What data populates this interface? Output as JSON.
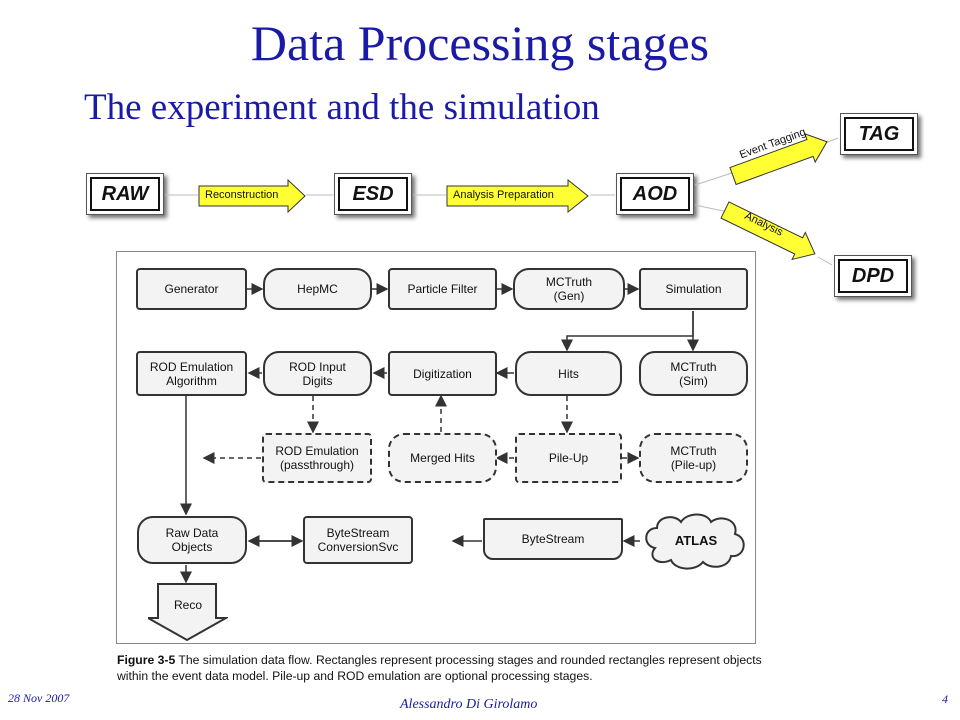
{
  "slide": {
    "title": "Data Processing stages",
    "subtitle": "The experiment and the simulation"
  },
  "stages": {
    "raw": "RAW",
    "esd": "ESD",
    "aod": "AOD",
    "tag": "TAG",
    "dpd": "DPD"
  },
  "arrows": {
    "reconstruction": "Reconstruction",
    "analysis_preparation": "Analysis Preparation",
    "event_tagging": "Event Tagging",
    "analysis": "Analysis"
  },
  "flow": {
    "generator": "Generator",
    "hepmc": "HepMC",
    "particle_filter": "Particle Filter",
    "mctruth_gen": "MCTruth\n(Gen)",
    "simulation": "Simulation",
    "rod_emulation_algorithm": "ROD Emulation\nAlgorithm",
    "rod_input_digits": "ROD Input\nDigits",
    "digitization": "Digitization",
    "hits": "Hits",
    "mctruth_sim": "MCTruth\n(Sim)",
    "rod_emulation_passthrough": "ROD Emulation\n(passthrough)",
    "merged_hits": "Merged Hits",
    "pile_up": "Pile-Up",
    "mctruth_pileup": "MCTruth\n(Pile-up)",
    "raw_data_objects": "Raw Data\nObjects",
    "bytestream_conversion": "ByteStream\nConversionSvc",
    "bytestream": "ByteStream",
    "atlas": "ATLAS",
    "reco": "Reco"
  },
  "caption": {
    "figure_label": "Figure 3-5",
    "text": "The simulation data flow. Rectangles represent processing stages and rounded rectangles represent objects within the event data model. Pile-up and ROD emulation are optional processing stages."
  },
  "footer": {
    "date": "28 Nov 2007",
    "author": "Alessandro Di Girolamo",
    "page": "4"
  },
  "colors": {
    "title": "#1a1aa6",
    "arrow_fill": "#ffff33",
    "arrow_stroke": "#333333"
  }
}
